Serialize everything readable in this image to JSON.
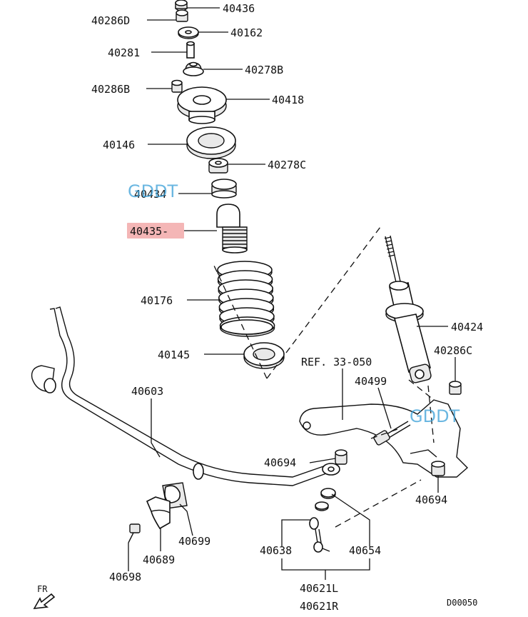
{
  "callouts": {
    "p40436": "40436",
    "p40286D": "40286D",
    "p40162": "40162",
    "p40281": "40281",
    "p40278B": "40278B",
    "p40286B": "40286B",
    "p40418": "40418",
    "p40146": "40146",
    "p40278C": "40278C",
    "p40434": "40434",
    "p40435": "40435-",
    "p40176": "40176",
    "p40145": "40145",
    "p40424": "40424",
    "p40286C": "40286C",
    "ref": "REF. 33-050",
    "p40499": "40499",
    "p40603": "40603",
    "p40694a": "40694",
    "p40694b": "40694",
    "p40699": "40699",
    "p40689": "40689",
    "p40698": "40698",
    "p40638": "40638",
    "p40654": "40654",
    "p40621L": "40621L",
    "p40621R": "40621R"
  },
  "watermark": "GDDT",
  "front_marker": "FR",
  "diagram_code": "D00050",
  "highlight_color": "#f4b6b6"
}
